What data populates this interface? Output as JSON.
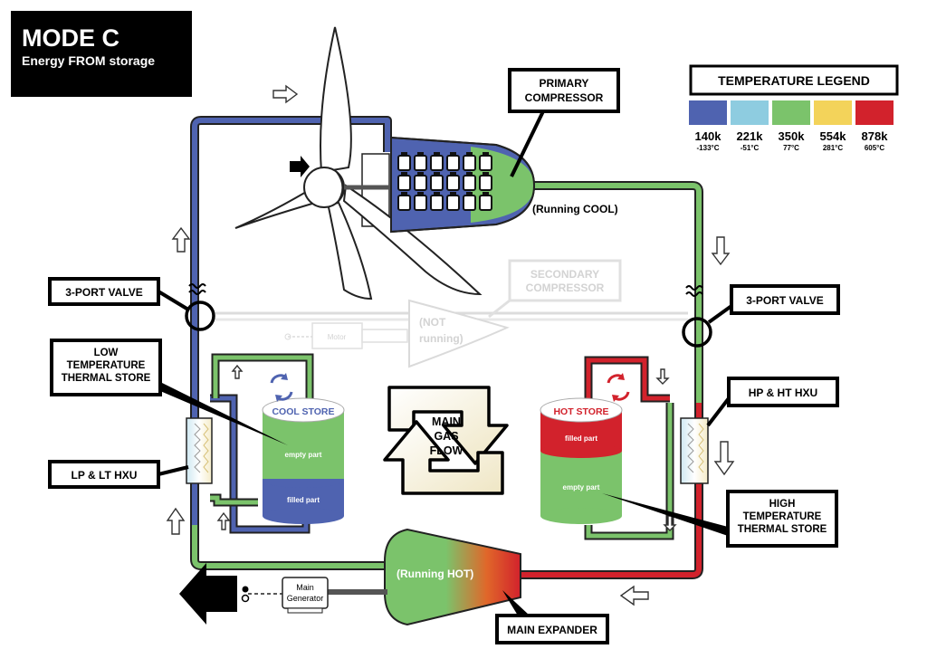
{
  "mode": {
    "title": "MODE C",
    "subtitle": "Energy FROM storage"
  },
  "legend": {
    "title": "TEMPERATURE LEGEND",
    "swatches": [
      {
        "k": "140k",
        "c": "-133°C",
        "color": "#4f63b0"
      },
      {
        "k": "221k",
        "c": "-51°C",
        "color": "#8ecce0"
      },
      {
        "k": "350k",
        "c": "77°C",
        "color": "#7bc36b"
      },
      {
        "k": "554k",
        "c": "281°C",
        "color": "#f3d35a"
      },
      {
        "k": "878k",
        "c": "605°C",
        "color": "#d2222c"
      }
    ]
  },
  "labels": {
    "primary_compressor": [
      "PRIMARY",
      "COMPRESSOR"
    ],
    "running_cool": "(Running COOL)",
    "secondary_compressor": [
      "SECONDARY",
      "COMPRESSOR"
    ],
    "not_running": [
      "(NOT",
      "running)"
    ],
    "motor": "Motor",
    "valve_left": "3-PORT VALVE",
    "valve_right": "3-PORT VALVE",
    "low_store": [
      "LOW",
      "TEMPERATURE",
      "THERMAL STORE"
    ],
    "lp_hxu": "LP & LT HXU",
    "hp_hxu": "HP & HT HXU",
    "high_store": [
      "HIGH",
      "TEMPERATURE",
      "THERMAL STORE"
    ],
    "cool_store": "COOL STORE",
    "hot_store": "HOT STORE",
    "empty_part_cool": "empty part",
    "filled_part_cool": "filled part",
    "filled_part_hot": "filled part",
    "empty_part_hot": "empty part",
    "main_gas_flow": [
      "MAIN",
      "GAS",
      "FLOW"
    ],
    "running_hot": "(Running HOT)",
    "main_expander": "MAIN EXPANDER",
    "main_generator": [
      "Main",
      "Generator"
    ]
  },
  "colors": {
    "cold": "#4f63b0",
    "warm": "#7bc36b",
    "hot": "#d2222c"
  }
}
